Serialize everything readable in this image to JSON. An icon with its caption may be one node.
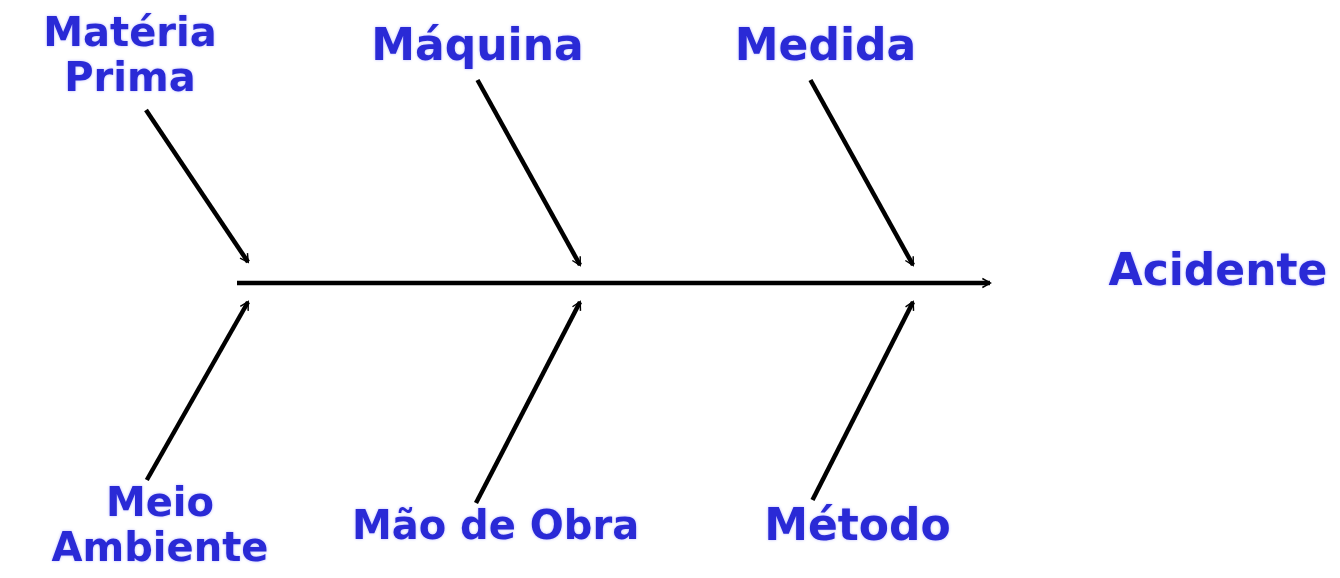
{
  "diagram": {
    "nodes": [
      {
        "text": [
          "Matéria Prima"
        ]
      },
      {
        "text": [
          "Máquina"
        ]
      },
      {
        "text": [
          "Medida"
        ]
      },
      {
        "text": [
          "Acidente"
        ]
      },
      {
        "text": [
          "Meio Ambiente"
        ]
      },
      {
        "text": [
          "Mão de Obra"
        ]
      },
      {
        "text": [
          "Método"
        ]
      }
    ],
    "edges": [
      {
        "from": null,
        "to": 3,
        "arrow": "to"
      },
      {
        "from": 0,
        "to": null,
        "arrow": "to"
      },
      {
        "from": 1,
        "to": null,
        "arrow": "to"
      },
      {
        "from": 2,
        "to": null,
        "arrow": "to"
      },
      {
        "from": 4,
        "to": null,
        "arrow": "to"
      },
      {
        "from": 5,
        "to": null,
        "arrow": "to"
      },
      {
        "from": 6,
        "to": null,
        "arrow": "to"
      }
    ]
  }
}
